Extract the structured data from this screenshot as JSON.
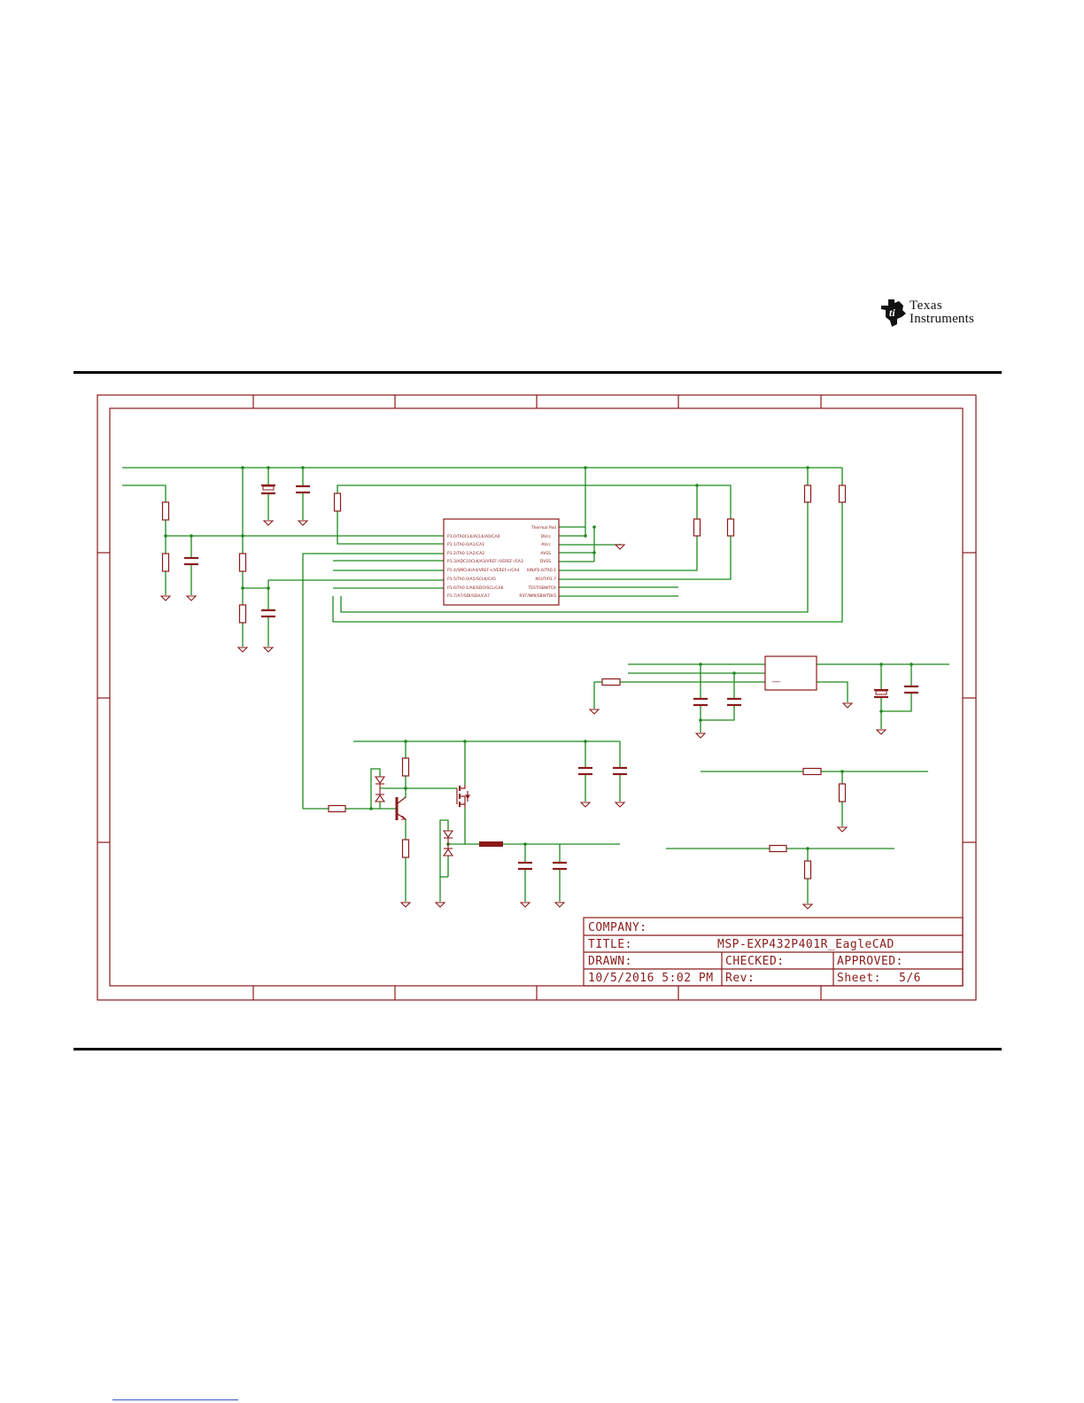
{
  "header": {
    "logo": {
      "icon": "texas-state-ti-logo-icon",
      "line1": "Texas",
      "line2": "Instruments"
    }
  },
  "schematic": {
    "ic_pins_left": [
      "P1.0/TA0CLK/ACLK/A0/CA0",
      "P1.1/TA0.0/A1/CA1",
      "P1.2/TA0.1/A2/CA2",
      "P1.3/ADC10CLK/A3/VREF-/VEREF-/CA3",
      "P1.4/SMCLK/A4/VREF+/VEREF+/CA4",
      "P1.5/TA0.0/A5/SCLK/CA5",
      "P1.6/TA0.1/A6/SDO/SCL/CA6",
      "P1.7/A7/SDI/SDA/CA7"
    ],
    "ic_pins_right": [
      "Thermal Pad",
      "DVcc",
      "AVcc",
      "AVSS",
      "DVSS",
      "XIN/P2.6/TA0.1",
      "XOUT/P2.7",
      "TEST/SBWTCK",
      "RST/NMI/SBWTDIO"
    ],
    "regulator_pin": "__"
  },
  "title_block": {
    "company_label": "COMPANY:",
    "company_value": "",
    "title_label": "TITLE:",
    "title_value": "MSP-EXP432P401R_EagleCAD",
    "drawn_label": "DRAWN:",
    "checked_label": "CHECKED:",
    "approved_label": "APPROVED:",
    "date_value": "10/5/2016 5:02 PM",
    "rev_label": "Rev:",
    "sheet_label": "Sheet:",
    "sheet_value": "5/6"
  },
  "colors": {
    "frame": "#8b1a1a",
    "wire": "#1e8a1e",
    "rule": "#000000",
    "link": "#3355cc"
  }
}
